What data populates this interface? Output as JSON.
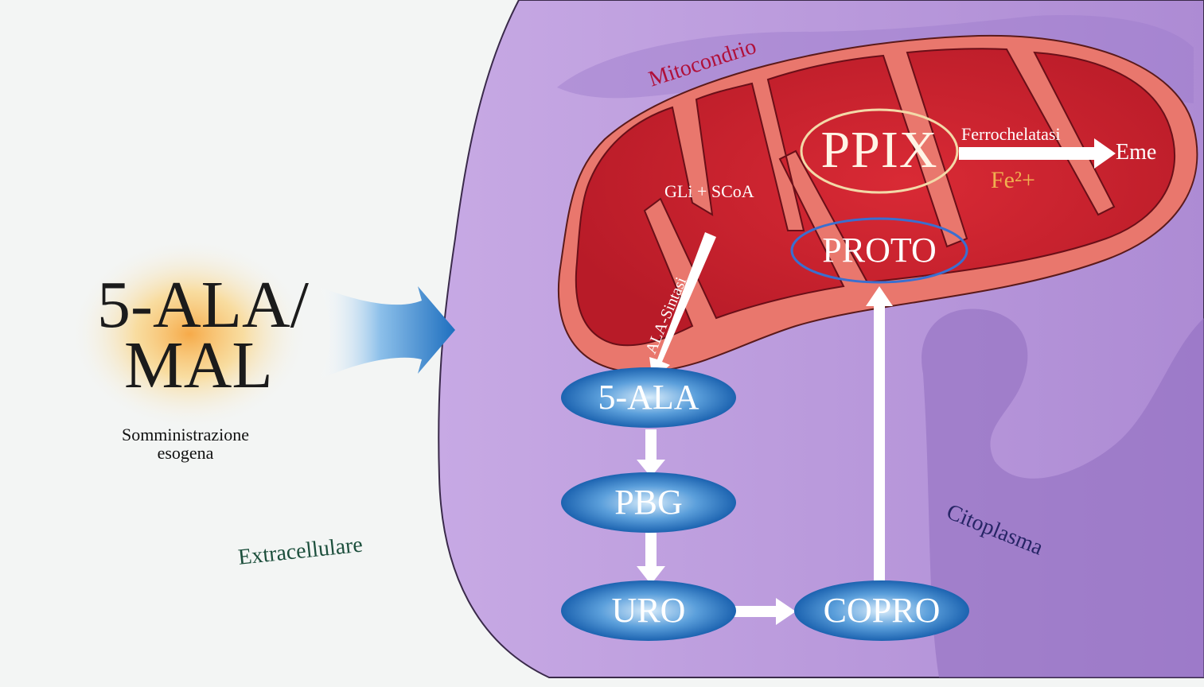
{
  "exogenous": {
    "title_line1": "5-ALA/",
    "title_line2": "MAL",
    "subtitle_line1": "Somministrazione",
    "subtitle_line2": "esogena"
  },
  "compartments": {
    "extracellular": "Extracellulare",
    "mitochondrion": "Mitocondrio",
    "cytoplasm": "Citoplasma"
  },
  "pathway": {
    "substrates": "GLi + SCoA",
    "enzyme_ala": "ALA-Sintasi",
    "ala": "5-ALA",
    "pbg": "PBG",
    "uro": "URO",
    "copro": "COPRO",
    "proto": "PROTO",
    "ppix": "PPIX",
    "enzyme_ferro": "Ferrochelatasi",
    "iron": "Fe²+",
    "heme": "Eme"
  },
  "colors": {
    "cell": "#b596d6",
    "cell_dark": "#8f6dbf",
    "mito_outer": "#e8756c",
    "mito_inner": "#c8222e",
    "node_fill": "#1f72c2",
    "label_red": "#b0103a",
    "label_green": "#1c4f3c",
    "label_navy": "#272566",
    "arrow_blue": "#2e84cc",
    "iron_gold": "#f0b050",
    "ppix_ring": "#f3d9a8"
  }
}
